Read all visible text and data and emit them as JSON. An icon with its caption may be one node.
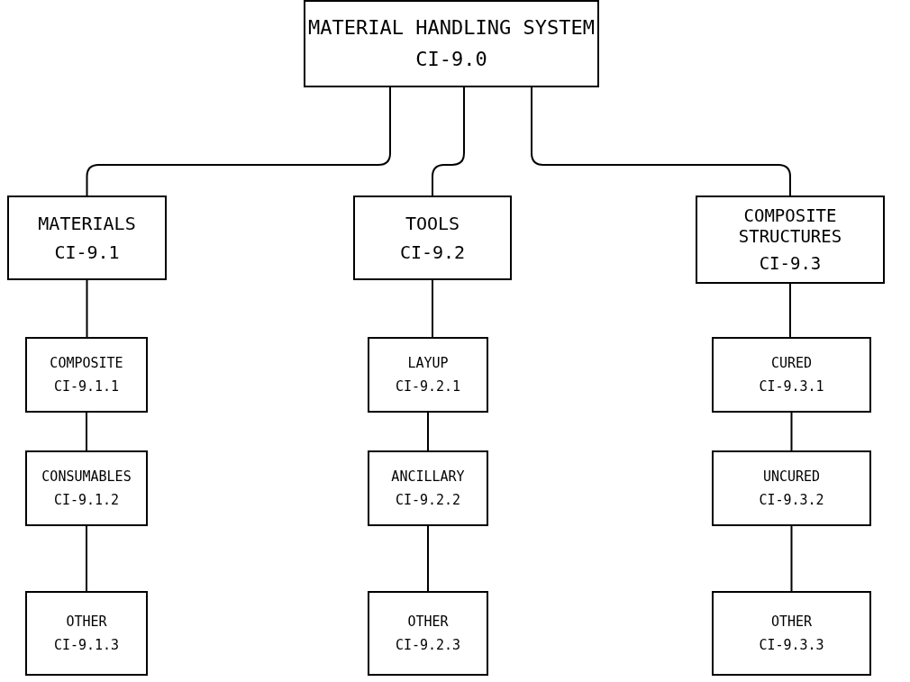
{
  "diagram": {
    "nodes": [
      {
        "text": [
          "MATERIAL HANDLING SYSTEM",
          "CI-9.0"
        ]
      },
      {
        "text": [
          "MATERIALS",
          "CI-9.1"
        ]
      },
      {
        "text": [
          "TOOLS",
          "CI-9.2"
        ]
      },
      {
        "text": [
          "COMPOSITE STRUCTURES",
          "CI-9.3"
        ]
      },
      {
        "text": [
          "COMPOSITE",
          "CI-9.1.1"
        ]
      },
      {
        "text": [
          "CONSUMABLES",
          "CI-9.1.2"
        ]
      },
      {
        "text": [
          "OTHER",
          "CI-9.1.3"
        ]
      },
      {
        "text": [
          "LAYUP",
          "CI-9.2.1"
        ]
      },
      {
        "text": [
          "ANCILLARY",
          "CI-9.2.2"
        ]
      },
      {
        "text": [
          "OTHER",
          "CI-9.2.3"
        ]
      },
      {
        "text": [
          "CURED",
          "CI-9.3.1"
        ]
      },
      {
        "text": [
          "UNCURED",
          "CI-9.3.2"
        ]
      },
      {
        "text": [
          "OTHER",
          "CI-9.3.3"
        ]
      }
    ],
    "edges": [
      {
        "from": 0,
        "to": 1,
        "arrow": "none"
      },
      {
        "from": 0,
        "to": 2,
        "arrow": "none"
      },
      {
        "from": 0,
        "to": 3,
        "arrow": "none"
      },
      {
        "from": 1,
        "to": 4,
        "arrow": "none"
      },
      {
        "from": 4,
        "to": 5,
        "arrow": "none"
      },
      {
        "from": 5,
        "to": 6,
        "arrow": "none"
      },
      {
        "from": 2,
        "to": 7,
        "arrow": "none"
      },
      {
        "from": 7,
        "to": 8,
        "arrow": "none"
      },
      {
        "from": 8,
        "to": 9,
        "arrow": "none"
      },
      {
        "from": 3,
        "to": 10,
        "arrow": "none"
      },
      {
        "from": 10,
        "to": 11,
        "arrow": "none"
      },
      {
        "from": 11,
        "to": 12,
        "arrow": "none"
      }
    ]
  }
}
